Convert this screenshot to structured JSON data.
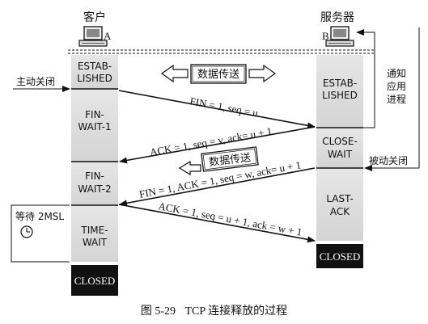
{
  "participants": {
    "client": {
      "name": "客户",
      "host_label": "A",
      "icon": "computer-icon"
    },
    "server": {
      "name": "服务器",
      "host_label": "B",
      "icon": "computer-icon"
    }
  },
  "client_states": [
    {
      "line1": "ESTAB-",
      "line2": "LISHED"
    },
    {
      "line1": "FIN-",
      "line2": "WAIT-1"
    },
    {
      "line1": "FIN-",
      "line2": "WAIT-2"
    },
    {
      "line1": "TIME-",
      "line2": "WAIT"
    },
    {
      "line1": "CLOSED",
      "line2": ""
    }
  ],
  "server_states": [
    {
      "line1": "ESTAB-",
      "line2": "LISHED"
    },
    {
      "line1": "CLOSE-",
      "line2": "WAIT"
    },
    {
      "line1": "LAST-",
      "line2": "ACK"
    },
    {
      "line1": "CLOSED",
      "line2": ""
    }
  ],
  "side_labels": {
    "active_close": "主动关闭",
    "passive_close": "被动关闭",
    "notify_app": [
      "通知",
      "应用",
      "进程"
    ],
    "wait_2msl": "等待 2MSL",
    "timer_icon": "clock-icon"
  },
  "data_transfer_label": "数据传送",
  "messages": [
    {
      "text": "FIN = 1, seq = u"
    },
    {
      "text": "ACK = 1, seq = v, ack= u + 1"
    },
    {
      "text": "FIN = 1, ACK = 1, seq = w, ack= u + 1"
    },
    {
      "text": "ACK = 1, seq = u + 1, ack = w + 1"
    }
  ],
  "caption": {
    "figure_no": "图 5-29",
    "title": "TCP 连接释放的过程"
  }
}
